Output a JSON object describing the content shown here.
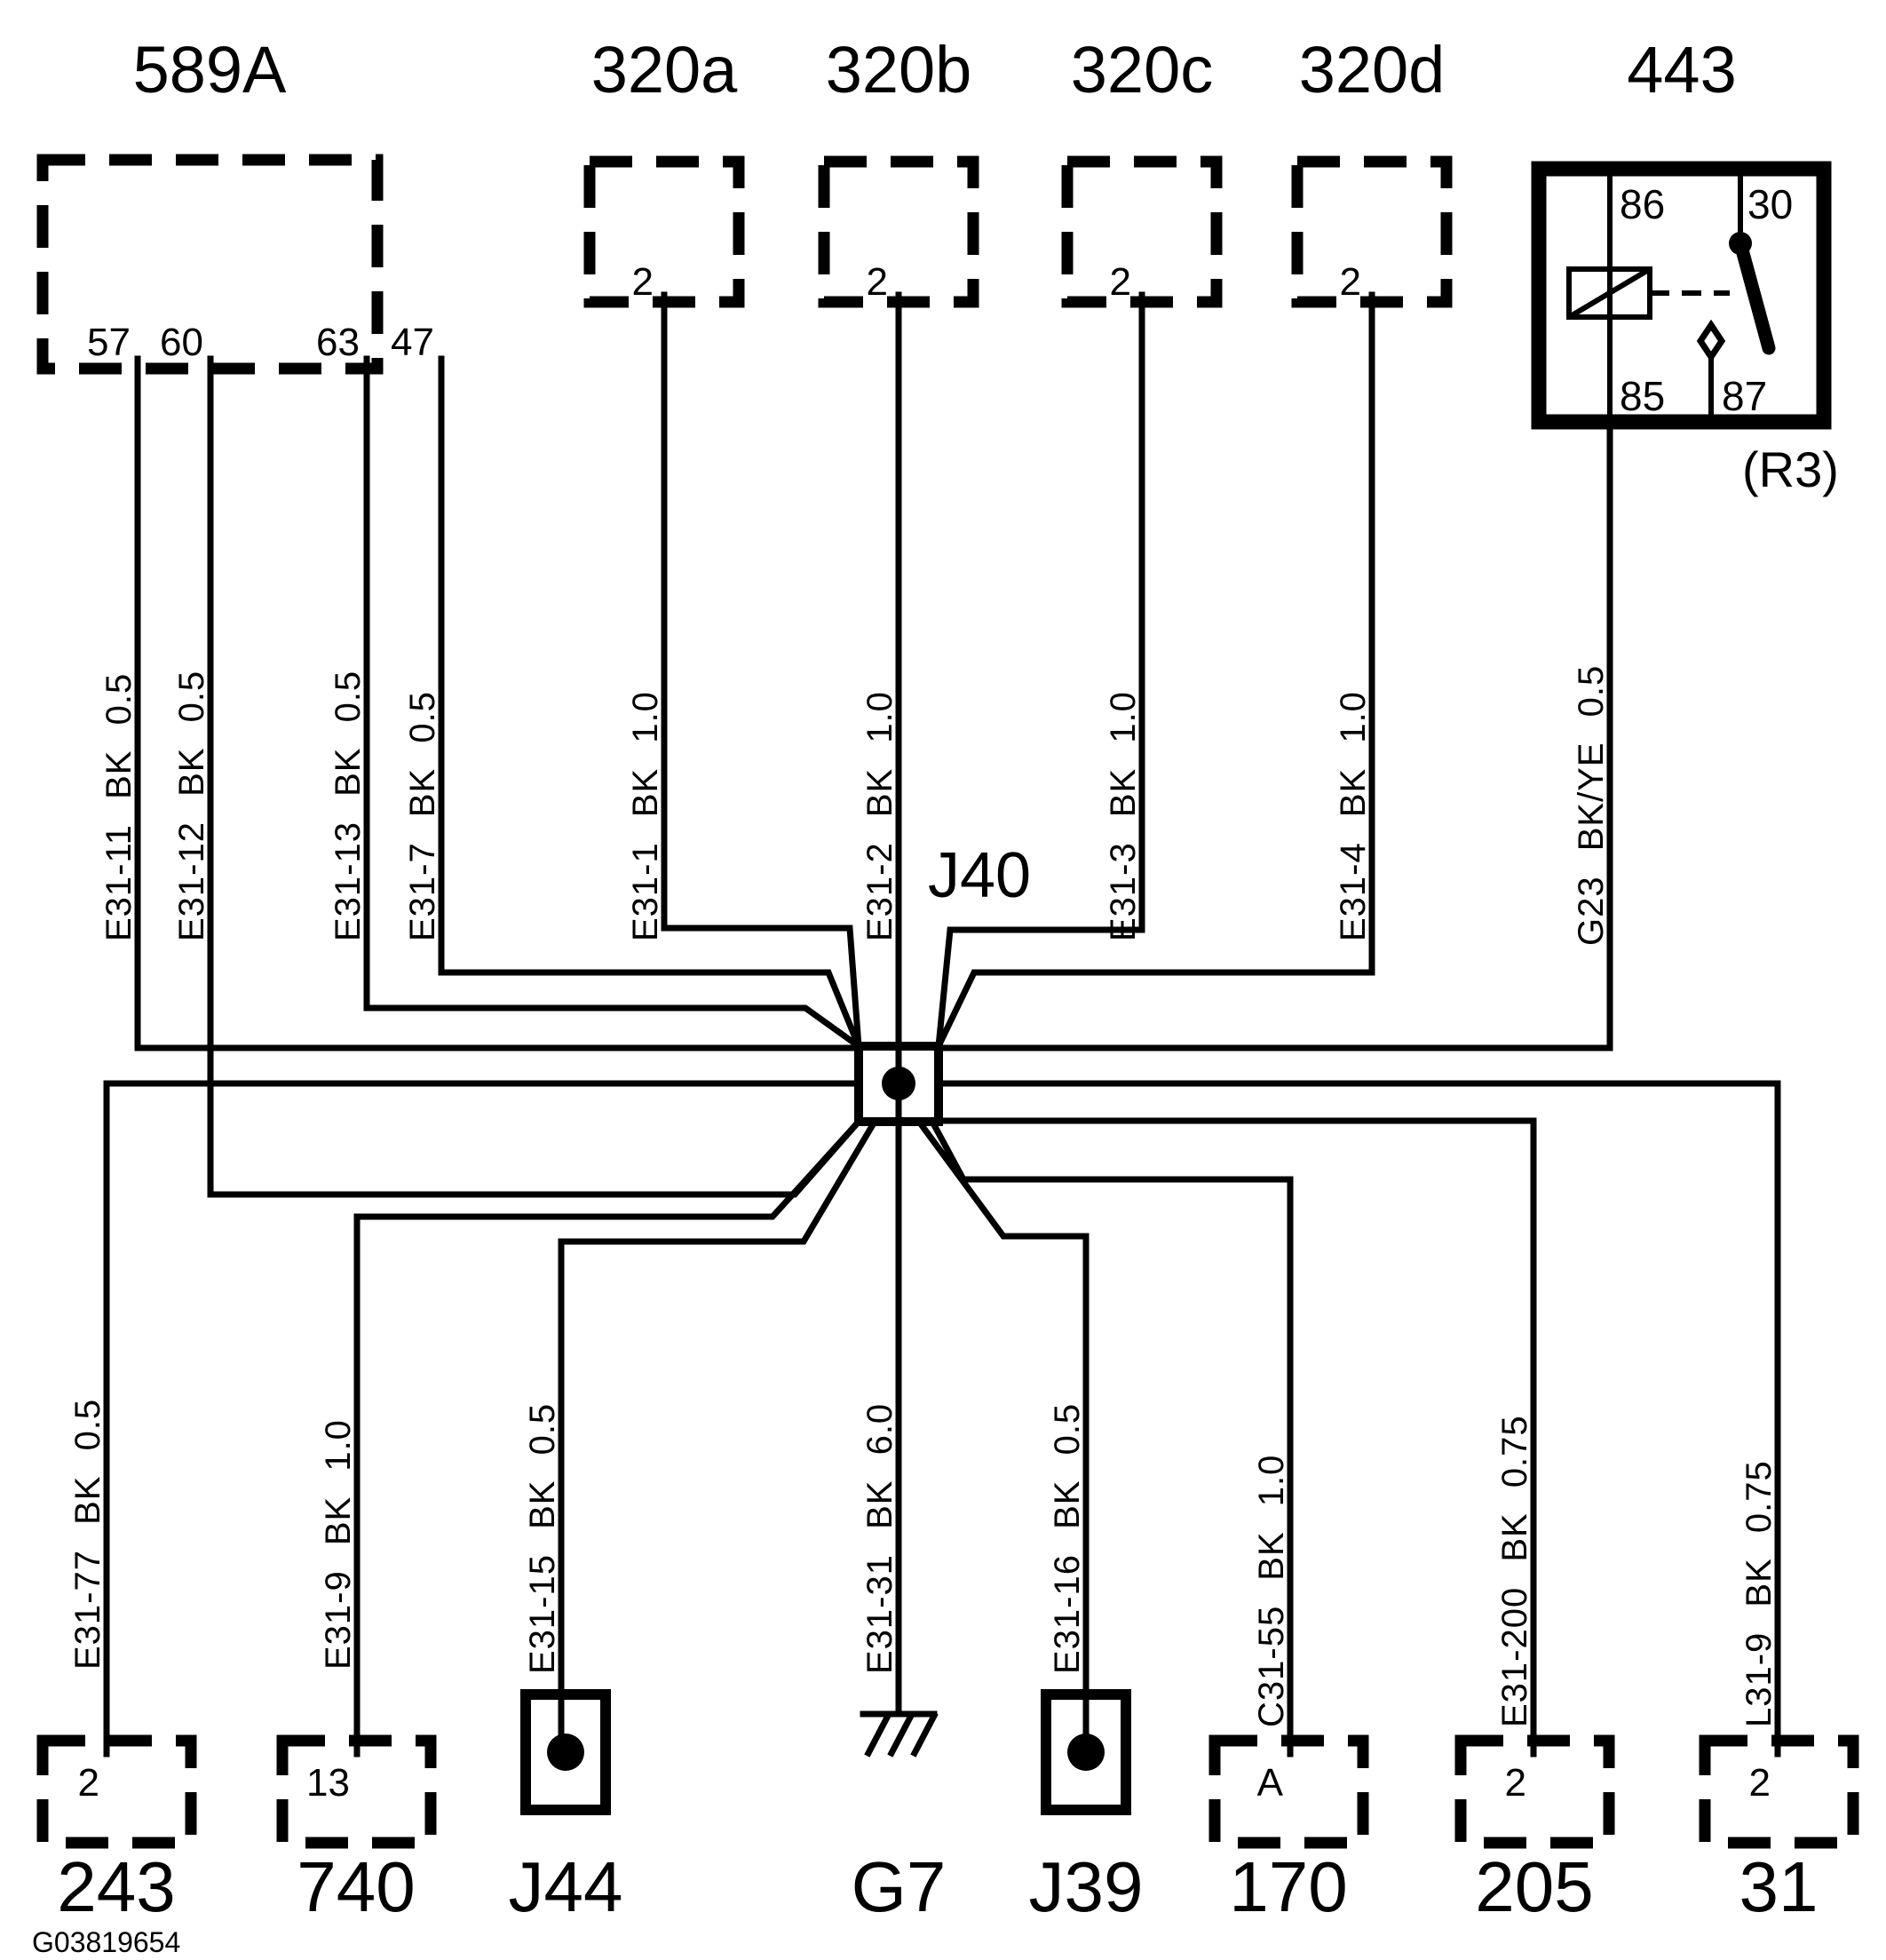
{
  "colors": {
    "ink": "#000000",
    "background": "#ffffff"
  },
  "footer": "G03819654",
  "junction": {
    "label": "J40"
  },
  "ground": {
    "label": "G7"
  },
  "components": {
    "c589a": {
      "label": "589A",
      "pins": [
        "57",
        "60",
        "63",
        "47"
      ]
    },
    "c320a": {
      "label": "320a",
      "pin": "2"
    },
    "c320b": {
      "label": "320b",
      "pin": "2"
    },
    "c320c": {
      "label": "320c",
      "pin": "2"
    },
    "c320d": {
      "label": "320d",
      "pin": "2"
    },
    "c443": {
      "label": "443",
      "ref": "(R3)",
      "pins": {
        "p86": "86",
        "p30": "30",
        "p85": "85",
        "p87": "87"
      }
    },
    "c243": {
      "label": "243",
      "pin": "2"
    },
    "c740": {
      "label": "740",
      "pin": "13"
    },
    "c170": {
      "label": "170",
      "pin": "A"
    },
    "c205": {
      "label": "205",
      "pin": "2"
    },
    "c31": {
      "label": "31",
      "pin": "2"
    },
    "j44": {
      "label": "J44"
    },
    "j39": {
      "label": "J39"
    }
  },
  "wires": {
    "e31_11": "E31-11 BK 0.5",
    "e31_12": "E31-12 BK 0.5",
    "e31_13": "E31-13 BK 0.5",
    "e31_7": "E31-7 BK 0.5",
    "e31_1": "E31-1 BK 1.0",
    "e31_2": "E31-2 BK 1.0",
    "e31_3": "E31-3 BK 1.0",
    "e31_4": "E31-4 BK 1.0",
    "g23": "G23 BK/YE 0.5",
    "e31_77": "E31-77 BK 0.5",
    "e31_9": "E31-9 BK 1.0",
    "e31_15": "E31-15 BK 0.5",
    "e31_31": "E31-31 BK 6.0",
    "e31_16": "E31-16 BK 0.5",
    "c31_55": "C31-55 BK 1.0",
    "e31_200": "E31-200 BK 0.75",
    "l31_9": "L31-9 BK 0.75"
  }
}
